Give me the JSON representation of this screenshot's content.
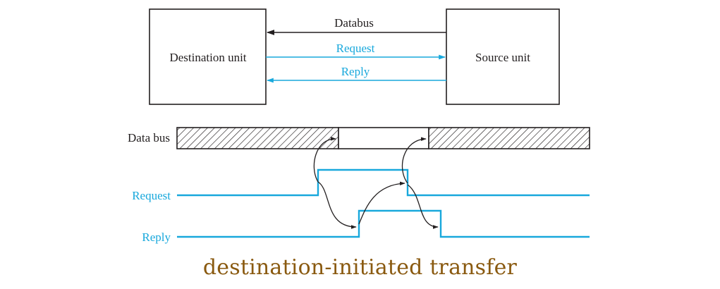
{
  "diagram": {
    "destination_unit_label": "Destination unit",
    "source_unit_label": "Source unit",
    "databus_arrow_label": "Databus",
    "request_arrow_label": "Request",
    "reply_arrow_label": "Reply"
  },
  "timing": {
    "data_bus_label": "Data bus",
    "request_label": "Request",
    "reply_label": "Reply"
  },
  "caption": "destination-initiated transfer",
  "colors": {
    "signal": "#18a8dc",
    "line": "#231f20",
    "caption": "#8a5a10"
  }
}
